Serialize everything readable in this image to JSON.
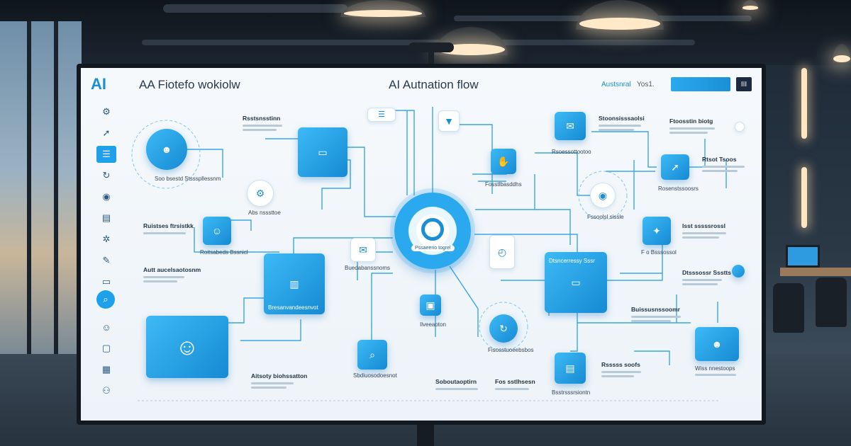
{
  "header": {
    "logo": "AI",
    "page_title": "AA Fiotefo wokiolw",
    "center_title": "AI Autnation flow",
    "link": "Austsnral",
    "meta": "Yos1.",
    "button_label": "",
    "icon_label": "III"
  },
  "sidebar": {
    "icons": [
      "gear-icon",
      "chart-icon",
      "list-icon",
      "refresh-icon",
      "target-icon",
      "table-icon",
      "settings-icon",
      "tools-icon",
      "monitor-icon",
      "search-icon",
      "users-icon",
      "doc-icon",
      "grid-icon",
      "people-icon"
    ]
  },
  "flow": {
    "hub_label": "Pssaeerio togrel",
    "labels": {
      "l1": "Rsstsnsstinn",
      "l2": "Soo bsestd Stssspllessnm",
      "l3": "Abs nsssttoe",
      "l4": "Ruistses ftrsistkk",
      "l5": "Roitsabeds Bssnicl",
      "l6": "Autt aucelsaotosnm",
      "l7": "Aitsoty biohssatton",
      "l8": "Sbdiuosodoesnot",
      "l9": "Buedabanssnoms",
      "l10": "Fosstlbasddhs",
      "l11": "Soboutaoptirn",
      "l12": "Fos sstlhsesn",
      "l13": "Ilveeaoton",
      "l14": "Bresanvandeesnvot",
      "l15": "Fisosstuoeebsbos",
      "l16": "Rsoessottootoo",
      "l17": "Stoonsisssaolsi",
      "l18": "Ftoosstin biotg",
      "l19": "Rtsot Tsoos",
      "l20": "Rosenstssoosrs",
      "l21": "Fssoolsl sissle",
      "l22": "F o Bsssossol",
      "l23": "Dtsssossr Ssstts",
      "l24": "Dtsncerressy Sssr",
      "l25": "Isst sssssrossl",
      "l26": "Buissusnssoomr",
      "l27": "Bsstrsssrsiontn",
      "l28": "Rsssss soofs",
      "l29": "Wiss nnestoops"
    }
  }
}
